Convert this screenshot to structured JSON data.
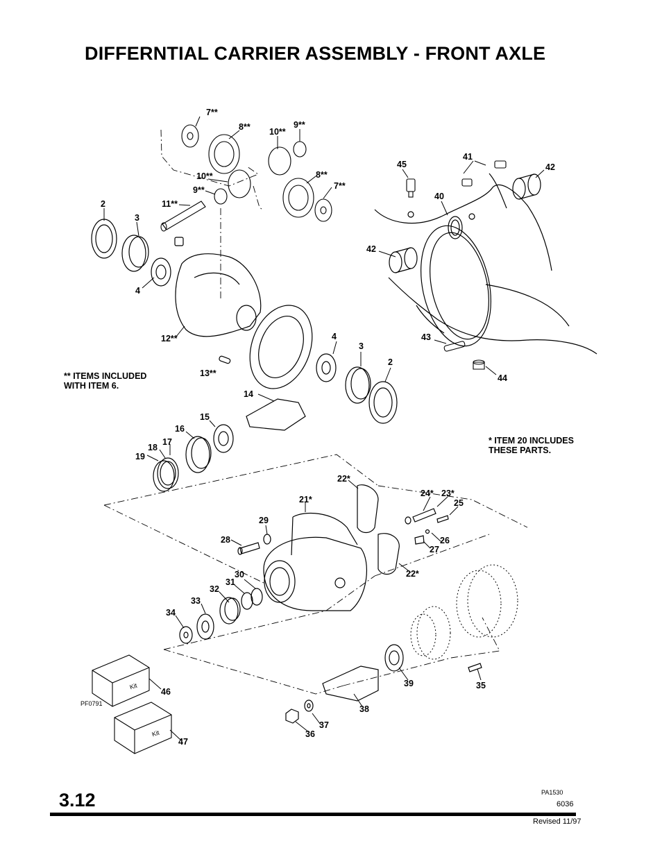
{
  "title": "DIFFERNTIAL CARRIER ASSEMBLY - FRONT AXLE",
  "notes": {
    "items_included": [
      "** ITEMS INCLUDED",
      "WITH ITEM 6."
    ],
    "item20_includes": [
      "* ITEM 20 INCLUDES",
      "THESE PARTS."
    ]
  },
  "part_labels": {
    "p7a": "7**",
    "p8a": "8**",
    "p10a": "10**",
    "p9a": "9**",
    "p10b": "10**",
    "p9b": "9**",
    "p8b": "8**",
    "p7b": "7**",
    "p2a": "2",
    "p3a": "3",
    "p11": "11**",
    "p4a": "4",
    "p12": "12**",
    "p45": "45",
    "p41": "41",
    "p42a": "42",
    "p40": "40",
    "p42b": "42",
    "p43": "43",
    "p44": "44",
    "p4b": "4",
    "p3b": "3",
    "p2b": "2",
    "p13": "13**",
    "p14": "14",
    "p15": "15",
    "p16": "16",
    "p17": "17",
    "p18": "18",
    "p19": "19",
    "p22a": "22*",
    "p21": "21*",
    "p24": "24*",
    "p23": "23*",
    "p25": "25",
    "p29": "29",
    "p28": "28",
    "p26": "26",
    "p27": "27",
    "p22b": "22*",
    "p30": "30",
    "p31": "31",
    "p32": "32",
    "p33": "33",
    "p34": "34",
    "p39": "39",
    "p35": "35",
    "p46": "46",
    "p38": "38",
    "p37": "37",
    "p36": "36",
    "p47": "47"
  },
  "kit_box_text": "Kit",
  "figure_codes": {
    "pf": "PF0791",
    "pa": "PA1530"
  },
  "footer": {
    "page_number": "3.12",
    "doc_number": "6036",
    "revised": "Revised 11/97"
  }
}
